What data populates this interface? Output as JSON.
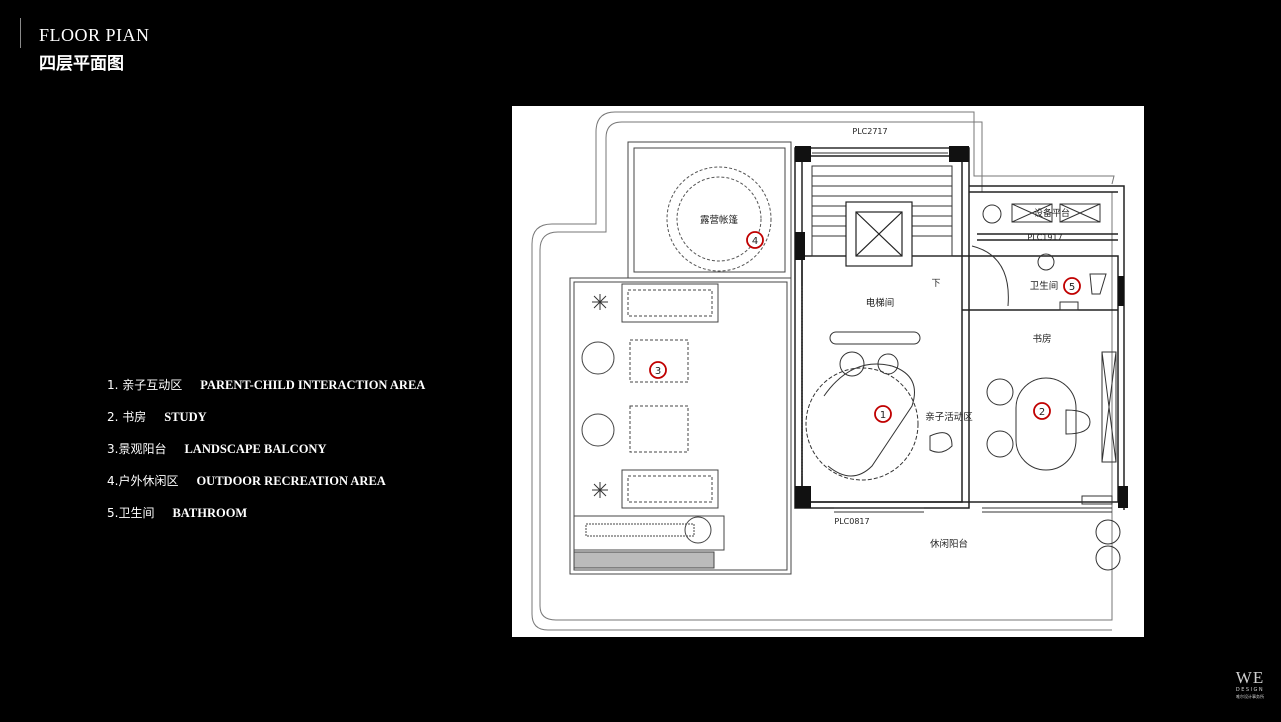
{
  "header": {
    "title_en": "FLOOR PIAN",
    "title_cn": "四层平面图"
  },
  "legend": [
    {
      "cn": "1. 亲子互动区",
      "en": "PARENT-CHILD INTERACTION AREA"
    },
    {
      "cn": "2. 书房",
      "en": "STUDY"
    },
    {
      "cn": "3.景观阳台",
      "en": "LANDSCAPE BALCONY"
    },
    {
      "cn": "4.户外休闲区",
      "en": "OUTDOOR RECREATION AREA"
    },
    {
      "cn": "5.卫生间",
      "en": "BATHROOM"
    }
  ],
  "plan": {
    "labels": {
      "window_top": "PLC2717",
      "window_right": "PLC1917",
      "window_bottom": "PLC0817",
      "camping_tent": "露营帐篷",
      "elevator_hall": "电梯间",
      "study_room": "书房",
      "parent_child_area": "亲子活动区",
      "bathroom": "卫生间",
      "leisure_balcony": "休闲阳台",
      "equipment_platform": "设备平台",
      "stair_down": "下"
    },
    "markers": [
      "1",
      "2",
      "3",
      "4",
      "5"
    ],
    "marker_color": "#c00000"
  },
  "logo": {
    "mark": "WE",
    "sub": "DESIGN",
    "tiny": "唯尔设计事务所"
  }
}
